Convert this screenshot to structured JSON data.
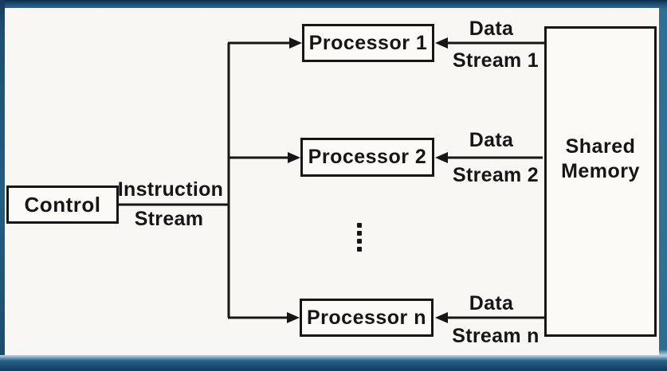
{
  "diagram": {
    "type": "shared-memory multiprocessor architecture block diagram",
    "control_label": "Control",
    "instruction_stream": {
      "line1": "Instruction",
      "line2": "Stream"
    },
    "processors": [
      {
        "label": "Processor 1",
        "data_word": "Data",
        "stream_word": "Stream 1"
      },
      {
        "label": "Processor 2",
        "data_word": "Data",
        "stream_word": "Stream 2"
      },
      {
        "label": "Processor n",
        "data_word": "Data",
        "stream_word": "Stream n"
      }
    ],
    "shared_memory": {
      "line1": "Shared",
      "line2": "Memory"
    },
    "ellipsis_icon": "vertical-four-dots",
    "colors": {
      "frame_teal": "#2e7296",
      "frame_navy": "#0d2b4c",
      "frame_bottom_highlight": "#b7d2e0",
      "paper": "#f8f7f3",
      "ink": "#161616"
    }
  }
}
